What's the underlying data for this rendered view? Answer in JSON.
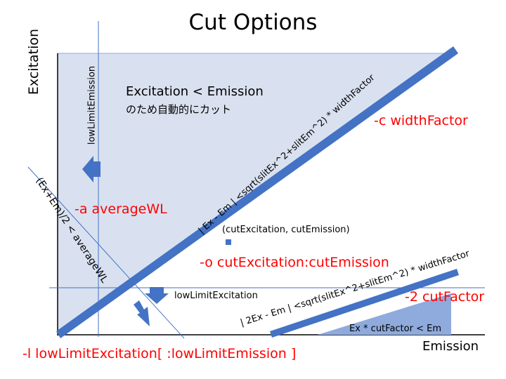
{
  "title": "Cut Options",
  "axes": {
    "y_label": "Excitation",
    "x_label": "Emission"
  },
  "region_text": {
    "line1": "Excitation < Emission",
    "line2": "のため自動的にカット"
  },
  "options": {
    "width_factor": "-c widthFactor",
    "average_wl": "-a averageWL",
    "cut_point": "-o cutExcitation:cutEmission",
    "cut_factor": "-2 cutFactor",
    "low_limit": "-l lowLimitExcitation[ :lowLimitEmission ]"
  },
  "labels": {
    "cut_point": "(cutExcitation, cutEmission)",
    "low_limit_excitation": "lowLimitExcitation",
    "low_limit_emission": "lowLimitEmission",
    "ex_cutfactor": "Ex * cutFactor < Em",
    "formula_main": "| Ex - Em | <sqrt(slitEx^2+slitEm^2) * widthFactor",
    "formula_cut": "| 2Ex - Em | <sqrt(slitEx^2+slitEm^2) * widthFactor",
    "average_condition": "(Ex+Em)/2 < averageWL"
  },
  "colors": {
    "fill": "#d9e1f0",
    "band": "#4472c4",
    "axis": "#000000",
    "guide": "#4472c4",
    "accent": "#ff0000"
  }
}
